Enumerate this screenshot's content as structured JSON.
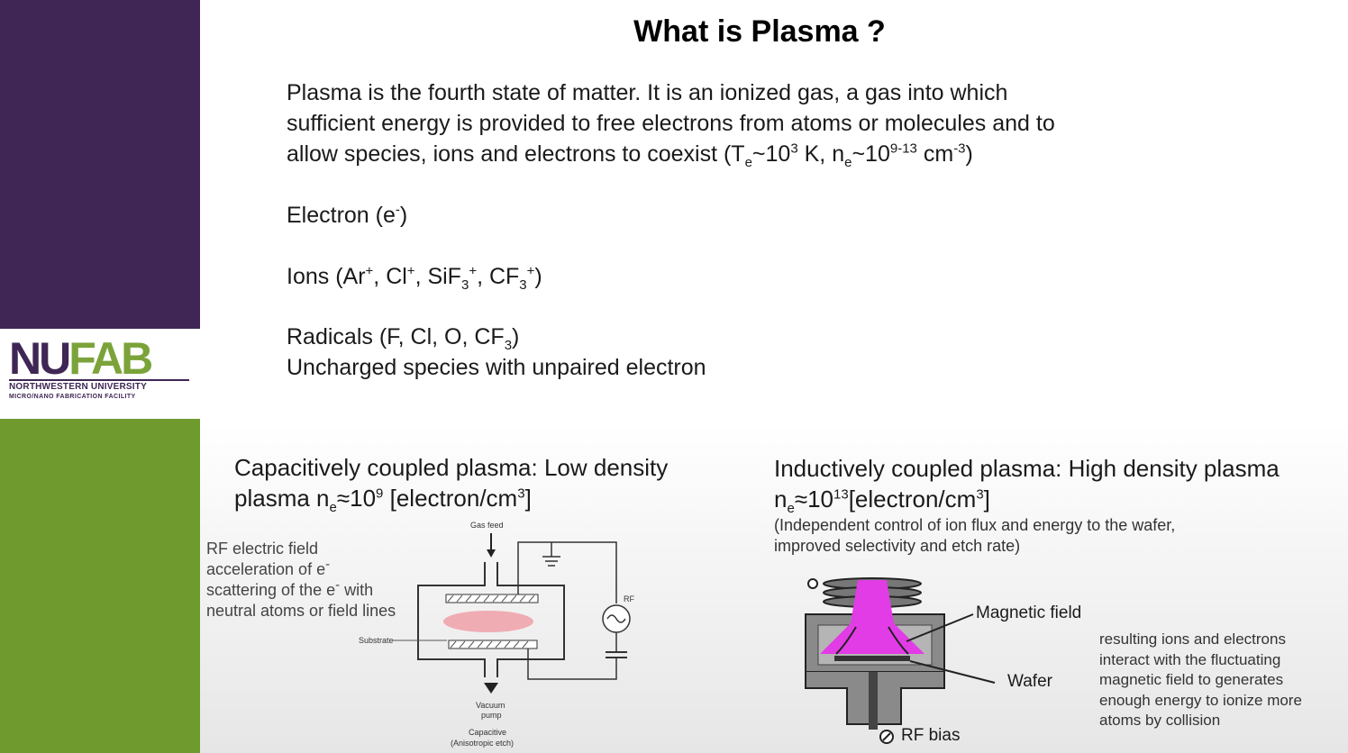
{
  "logo": {
    "mark_nu": "NU",
    "mark_fab": "FAB",
    "line1": "NORTHWESTERN UNIVERSITY",
    "line2": "MICRO/NANO FABRICATION FACILITY"
  },
  "title": "What is Plasma ?",
  "intro": {
    "line1": "Plasma is the fourth state of matter. It is an ionized gas, a gas into which",
    "line2": "sufficient energy is provided to free electrons from atoms or molecules and to",
    "line3a": "allow species, ions and electrons to coexist (T",
    "line3_sub_e": "e",
    "line3b": "~10",
    "line3_sup_3": "3",
    "line3c": " K, n",
    "line3_sub_e2": "e",
    "line3d": "~10",
    "line3_sup_exp": "9-13",
    "line3e": " cm",
    "line3_sup_neg3": "-3",
    "line3f": ")"
  },
  "electron": {
    "text": "Electron (e",
    "sup": "-",
    "close": ")"
  },
  "ions": {
    "open": "Ions (Ar",
    "sup1": "+",
    "sep1": ", Cl",
    "sup2": "+",
    "sep2": ", SiF",
    "sub3": "3",
    "sup3": "+",
    "sep3": ", CF",
    "sub4": "3",
    "sup4": "+",
    "close": ")"
  },
  "radicals": {
    "open": "Radicals (F, Cl, O, CF",
    "sub": "3",
    "close": ")",
    "desc": "Uncharged species with unpaired electron"
  },
  "ccp": {
    "title_line1": "Capacitively coupled plasma: Low density",
    "title_line2a": "plasma n",
    "title_sub_e": "e",
    "title_line2b": "≈10",
    "title_sup_9": "9",
    "title_line2c": " [electron/cm",
    "title_sup_3": "3",
    "title_line2d": "]",
    "rf_label_1": "RF electric field",
    "rf_label_2a": "acceleration of e",
    "rf_label_2_sup": "-",
    "rf_label_3a": "scattering of the e",
    "rf_label_3_sup": "-",
    "rf_label_3b": " with",
    "rf_label_4": "neutral atoms or field lines",
    "diagram": {
      "gas_feed": "Gas feed",
      "rf": "RF",
      "substrate": "Substrate",
      "vacuum_1": "Vacuum",
      "vacuum_2": "pump",
      "capacitive": "Capacitive",
      "anisotropic": "(Anisotropic etch)"
    }
  },
  "icp": {
    "title_line1": "Inductively coupled plasma: High density plasma",
    "title_line2a": "n",
    "title_sub_e": "e",
    "title_line2b": "≈10",
    "title_sup_13": "13",
    "title_line2c": "[electron/cm",
    "title_sup_3": "3",
    "title_line2d": "]",
    "note_line1": "(Independent control of ion flux and energy to the wafer,",
    "note_line2": "improved selectivity and etch rate)",
    "magnetic_field": "Magnetic field",
    "wafer": "Wafer",
    "rf_bias": "RF bias",
    "result_1": "resulting ions and electrons",
    "result_2": "interact with the fluctuating",
    "result_3": "magnetic field to generates",
    "result_4": "enough energy to ionize more",
    "result_5": "atoms by collision"
  },
  "colors": {
    "purple": "#3f2654",
    "green": "#6f9a2e",
    "plasma_magenta": "#e23ce6",
    "plasma_pink": "#f0a0a8"
  }
}
